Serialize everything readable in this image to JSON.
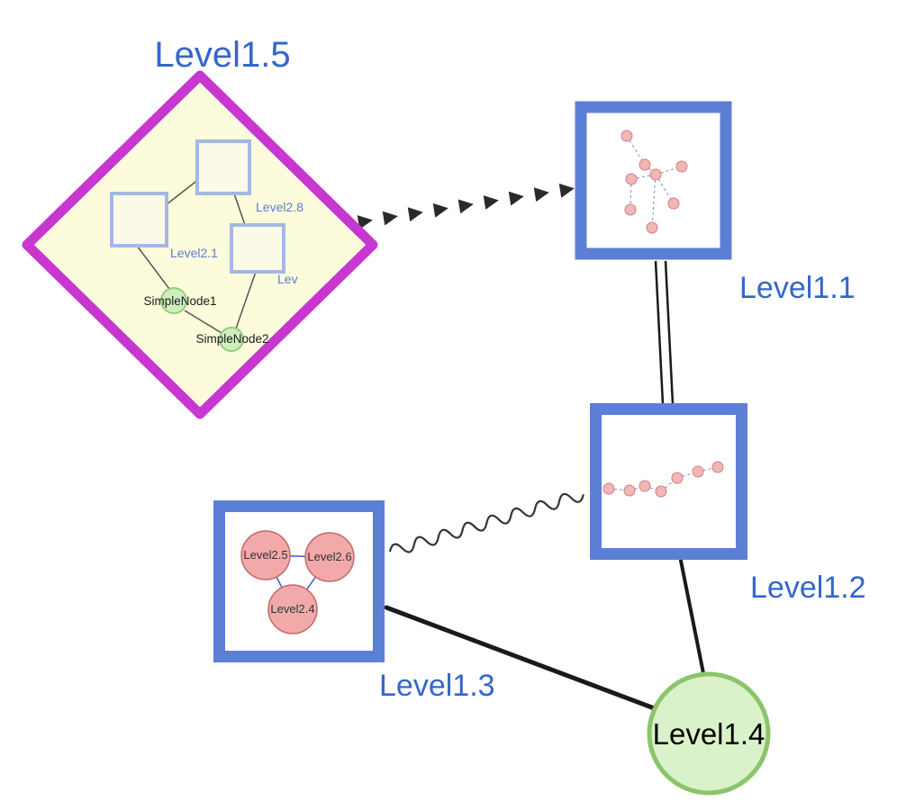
{
  "graph": {
    "nodes": {
      "level15": {
        "label": "Level1.5",
        "type": "group-diamond",
        "border_color": "#c837cf",
        "fill_color": "#fcfcdc"
      },
      "level28": {
        "label": "Level2.8",
        "type": "group-square",
        "border_color": "#a3b9e3"
      },
      "level21": {
        "label": "Level2.1",
        "type": "group-square",
        "border_color": "#a3b9e3"
      },
      "lev": {
        "label": "Lev",
        "type": "group-square",
        "border_color": "#a3b9e3"
      },
      "simplenode1": {
        "label": "SimpleNode1",
        "type": "circle",
        "fill_color": "#cfeebd",
        "border_color": "#98cb7e"
      },
      "simplenode2": {
        "label": "SimpleNode2",
        "type": "circle",
        "fill_color": "#cfeebd",
        "border_color": "#98cb7e"
      },
      "level11": {
        "label": "Level1.1",
        "type": "group-square",
        "border_color": "#5c7fd6"
      },
      "level12": {
        "label": "Level1.2",
        "type": "group-square",
        "border_color": "#5c7fd6"
      },
      "level13": {
        "label": "Level1.3",
        "type": "group-square",
        "border_color": "#5c7fd6"
      },
      "level25": {
        "label": "Level2.5",
        "type": "circle",
        "fill_color": "#f1a9a9",
        "border_color": "#c26a6a"
      },
      "level26": {
        "label": "Level2.6",
        "type": "circle",
        "fill_color": "#f1a9a9",
        "border_color": "#c26a6a"
      },
      "level24": {
        "label": "Level2.4",
        "type": "circle",
        "fill_color": "#f1a9a9",
        "border_color": "#c26a6a"
      },
      "level14": {
        "label": "Level1.4",
        "type": "circle",
        "fill_color": "#daf2c9",
        "border_color": "#8cc46c"
      }
    },
    "edges": [
      {
        "from": "Level1.5",
        "to": "Level1.1",
        "style": "dashed-arrow-chain"
      },
      {
        "from": "Level1.1",
        "to": "Level1.2",
        "style": "double-line"
      },
      {
        "from": "Level1.2",
        "to": "Level1.3",
        "style": "wavy"
      },
      {
        "from": "Level1.3",
        "to": "Level1.4",
        "style": "solid-thick"
      },
      {
        "from": "Level1.2",
        "to": "Level1.4",
        "style": "solid-thick"
      },
      {
        "from": "Level2.5",
        "to": "Level2.6",
        "style": "solid-blue"
      },
      {
        "from": "Level2.5",
        "to": "Level2.4",
        "style": "solid-blue"
      },
      {
        "from": "Level2.6",
        "to": "Level2.4",
        "style": "solid-blue"
      },
      {
        "from": "Level2.1",
        "to": "SimpleNode1",
        "style": "solid-thin"
      },
      {
        "from": "Lev",
        "to": "SimpleNode2",
        "style": "solid-thin"
      },
      {
        "from": "SimpleNode1",
        "to": "SimpleNode2",
        "style": "solid-thin"
      },
      {
        "from": "Level2.8",
        "to": "Level2.1",
        "style": "solid-thin"
      }
    ],
    "colors": {
      "label_blue": "#3566cc",
      "diamond_magenta": "#c837cf",
      "diamond_fill": "#fcfcdc",
      "square_border_blue": "#5c7fd6",
      "green_fill": "#daf2c9",
      "pink_fill": "#f1a9a9",
      "edge_black": "#1a1a1a"
    }
  }
}
